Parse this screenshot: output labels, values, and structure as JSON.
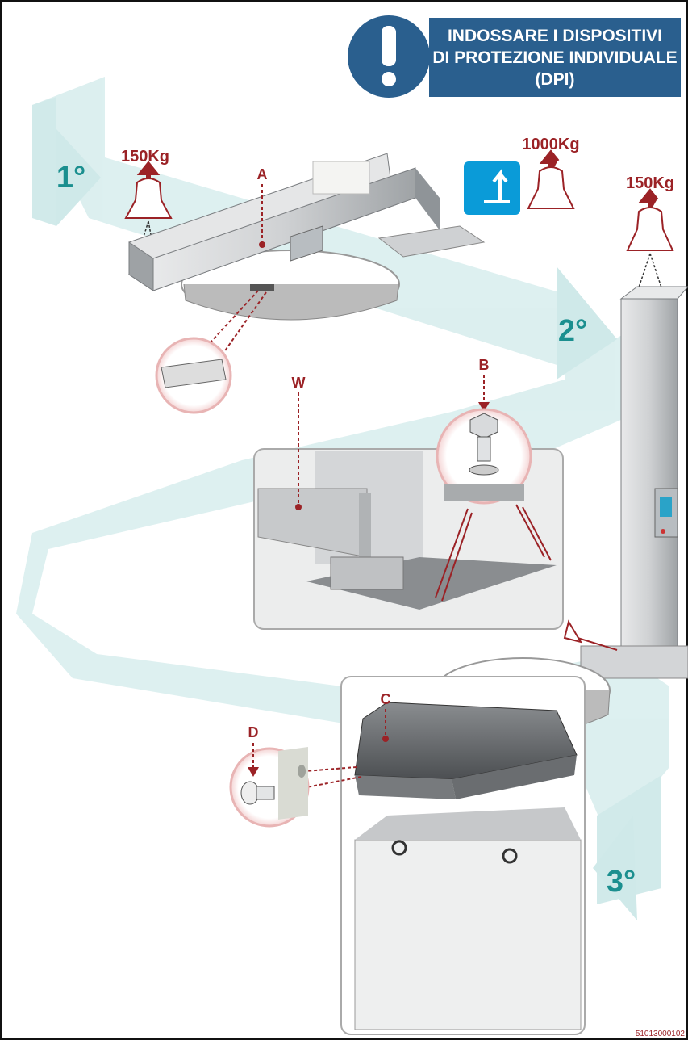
{
  "warning": {
    "line1": "INDOSSARE I DISPOSITIVI",
    "line2": "DI PROTEZIONE INDIVIDUALE",
    "line3": "(DPI)",
    "color": "#2a5f8e"
  },
  "steps": {
    "step1": "1°",
    "step2": "2°",
    "step3": "3°"
  },
  "weights": {
    "left": "150Kg",
    "center": "1000Kg",
    "right": "150Kg"
  },
  "labels": {
    "a": "A",
    "b": "B",
    "c": "C",
    "d": "D",
    "w": "W"
  },
  "document_id": "51013000102",
  "colors": {
    "accent_red": "#9b2226",
    "teal_arrow": "#1b8f8f",
    "ribbon": "#d6eeee",
    "blue_sign": "#0a9bd8"
  }
}
